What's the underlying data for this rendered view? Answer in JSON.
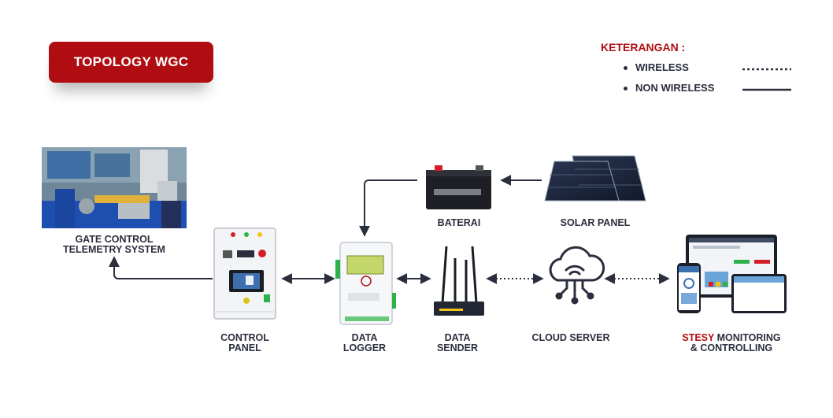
{
  "title": "TOPOLOGY WGC",
  "legend": {
    "title": "KETERANGAN :",
    "items": [
      {
        "label": "WIRELESS",
        "style": "dotted"
      },
      {
        "label": "NON WIRELESS",
        "style": "solid"
      }
    ]
  },
  "nodes": {
    "gate": {
      "line1": "GATE CONTROL",
      "line2": "TELEMETRY SYSTEM"
    },
    "control_panel": {
      "line1": "CONTROL",
      "line2": "PANEL"
    },
    "data_logger": {
      "line1": "DATA",
      "line2": "LOGGER"
    },
    "data_sender": {
      "line1": "DATA",
      "line2": "SENDER"
    },
    "cloud_server": {
      "line1": "CLOUD SERVER"
    },
    "baterai": {
      "line1": "BATERAI"
    },
    "solar_panel": {
      "line1": "SOLAR PANEL"
    },
    "monitoring": {
      "brand": "STESY",
      "line1_rest": " MONITORING",
      "line2": "& CONTROLLING"
    }
  },
  "colors": {
    "accent": "#b00d12",
    "text": "#2b2e3d",
    "line": "#2b2e3d"
  }
}
